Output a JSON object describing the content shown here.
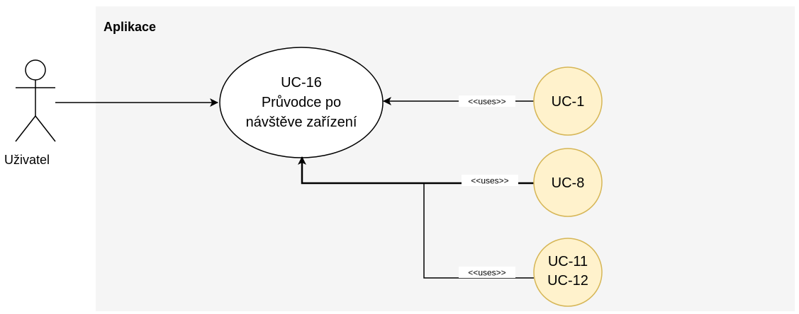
{
  "system": {
    "title": "Aplikace"
  },
  "actor": {
    "label": "Uživatel"
  },
  "main_use_case": {
    "lines": [
      "UC-16",
      "Průvodce po",
      "návštěve zařízení"
    ]
  },
  "included_use_cases": [
    {
      "lines": [
        "UC-1"
      ]
    },
    {
      "lines": [
        "UC-8"
      ]
    },
    {
      "lines": [
        "UC-11",
        "UC-12"
      ]
    }
  ],
  "relation_label": "<<uses>>",
  "colors": {
    "boundary_fill": "#f5f5f5",
    "use_case_fill": "#fff2cc",
    "use_case_stroke": "#d6b656",
    "main_fill": "#ffffff",
    "line": "#000000"
  }
}
